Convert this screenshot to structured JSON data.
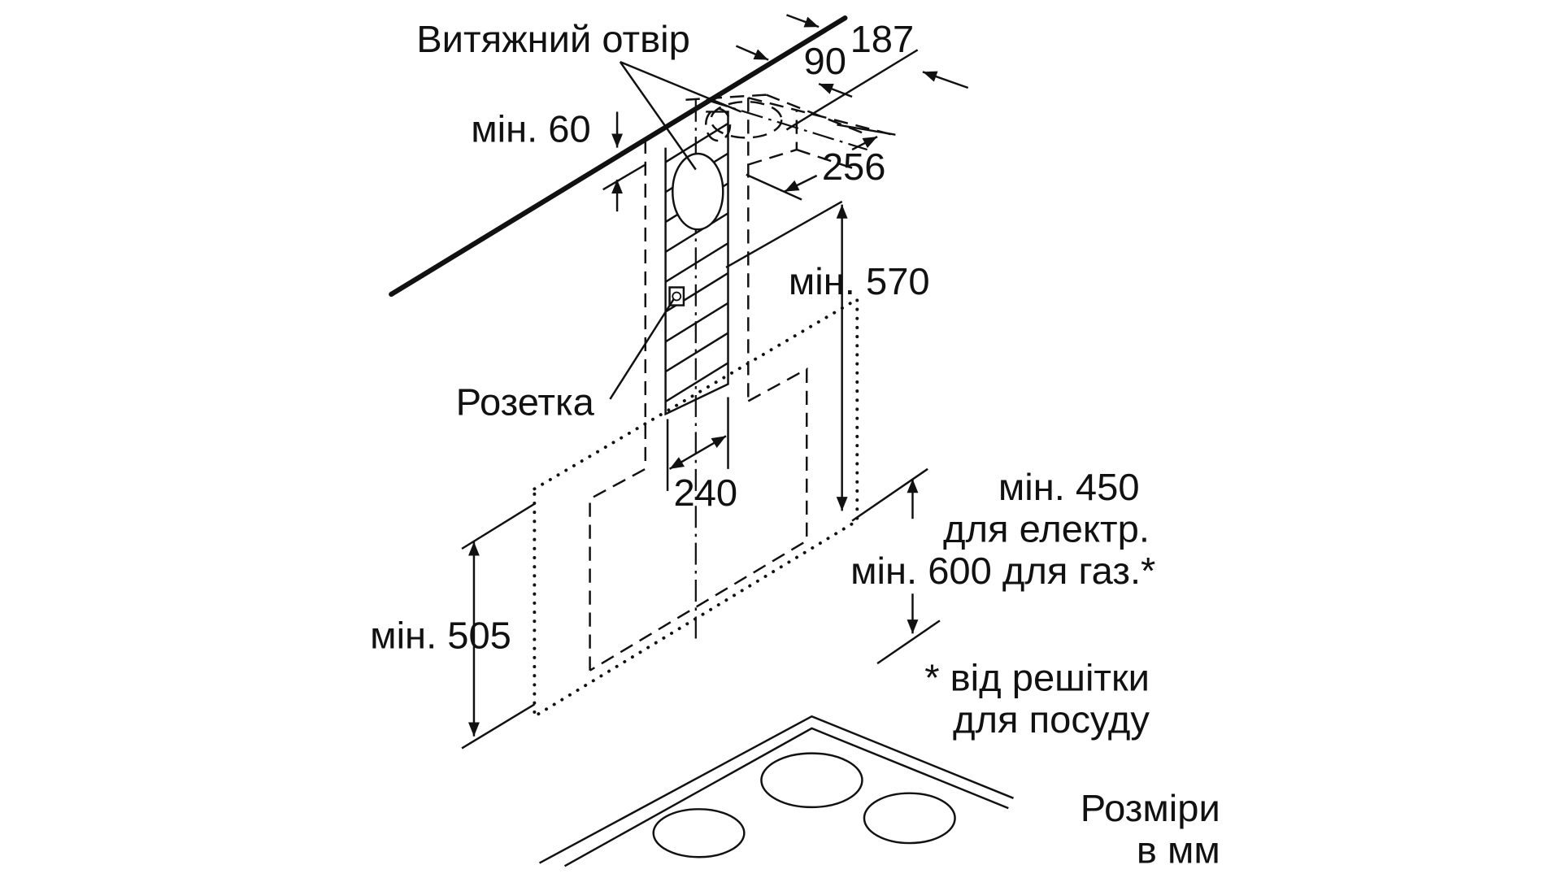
{
  "labels": {
    "exhaust_opening": "Витяжний отвір",
    "dim_187": "187",
    "dim_90": "90",
    "min_60": "мін. 60",
    "dim_256": "256",
    "min_570": "мін. 570",
    "socket": "Розетка",
    "dim_240": "240",
    "min_450": "мін. 450",
    "for_electric": "для електр.",
    "min_600_gas": "мін. 600 для газ.*",
    "min_505": "мін. 505",
    "from_grid_1": "* від решітки",
    "from_grid_2": "для посуду",
    "dimensions_1": "Розміри",
    "dimensions_2": "в мм"
  }
}
